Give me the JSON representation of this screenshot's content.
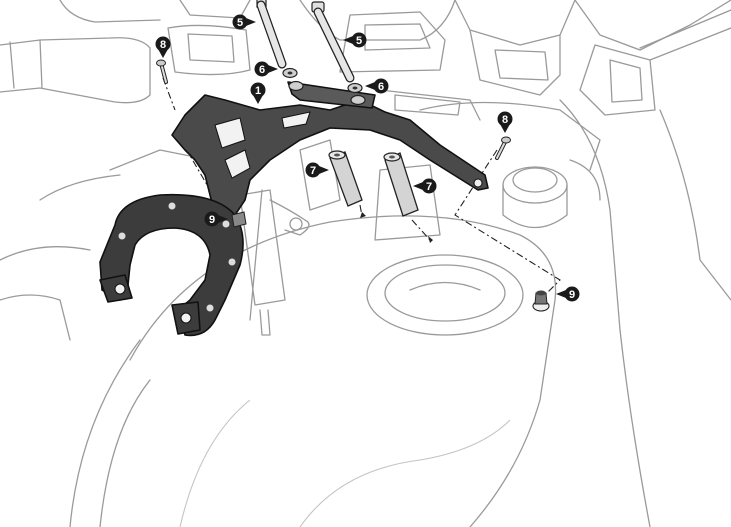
{
  "callouts": [
    {
      "id": "c5a",
      "label": "5"
    },
    {
      "id": "c5b",
      "label": "5"
    },
    {
      "id": "c8a",
      "label": "8"
    },
    {
      "id": "c6a",
      "label": "6"
    },
    {
      "id": "c6b",
      "label": "6"
    },
    {
      "id": "c1",
      "label": "1"
    },
    {
      "id": "c7a",
      "label": "7"
    },
    {
      "id": "c7b",
      "label": "7"
    },
    {
      "id": "c8b",
      "label": "8"
    },
    {
      "id": "c9a",
      "label": "9"
    },
    {
      "id": "c9b",
      "label": "9"
    }
  ],
  "colors": {
    "bracket": "#4a4a4a",
    "ring": "#3c3c3c",
    "callout": "#1a1a1a",
    "outline": "#9a9a9a",
    "spacer": "#d4d4d4"
  }
}
